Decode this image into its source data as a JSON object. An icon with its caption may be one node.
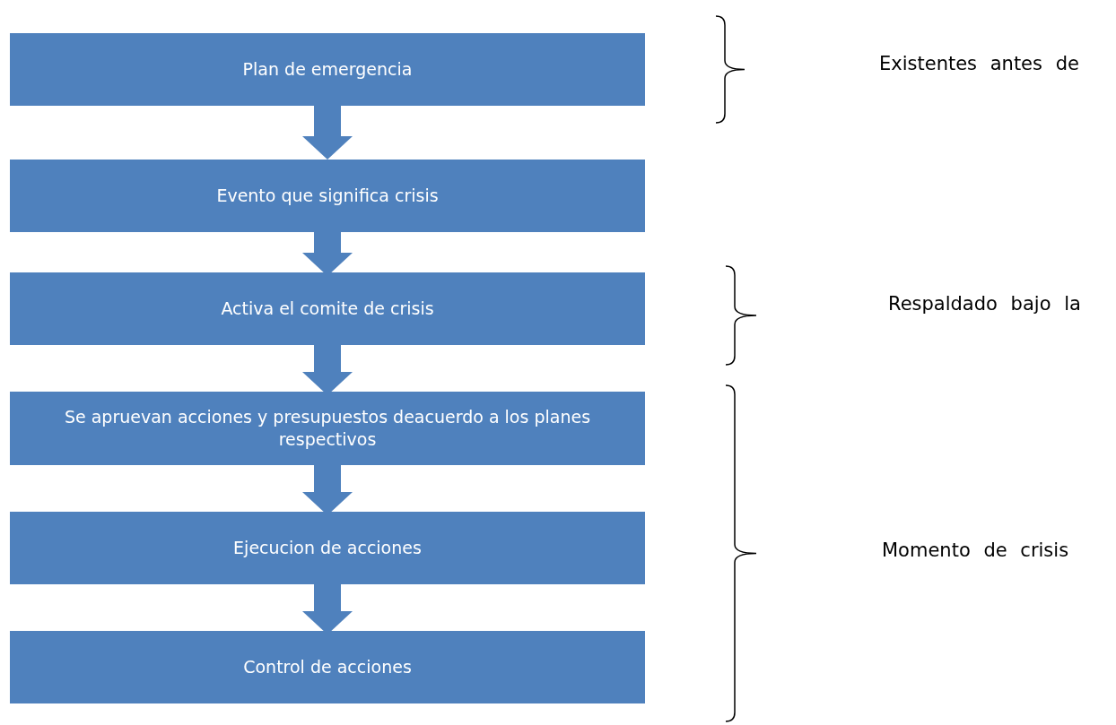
{
  "diagram": {
    "nodes": [
      {
        "text": [
          "Plan de emergencia"
        ]
      },
      {
        "text": [
          "Evento que significa crisis"
        ]
      },
      {
        "text": [
          "Activa el comite de crisis"
        ]
      },
      {
        "text": [
          "Se apruevan acciones y presupuestos deacuerdo a los planes respectivos"
        ]
      },
      {
        "text": [
          "Ejecucion de acciones"
        ]
      },
      {
        "text": [
          "Control de acciones"
        ]
      }
    ],
    "edges": [
      {
        "from": 0,
        "to": 1,
        "arrow": "to"
      },
      {
        "from": 1,
        "to": 2,
        "arrow": "to"
      },
      {
        "from": 2,
        "to": 3,
        "arrow": "to"
      },
      {
        "from": 3,
        "to": 4,
        "arrow": "to"
      },
      {
        "from": 4,
        "to": 5,
        "arrow": "to"
      }
    ],
    "labels": [
      "Existentes antes de",
      "Respaldado bajo la",
      "Momento de crisis"
    ]
  }
}
